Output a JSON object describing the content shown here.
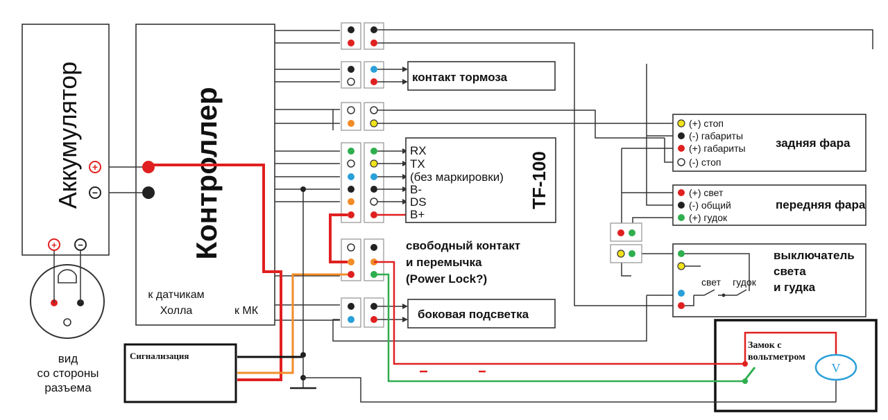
{
  "battery": {
    "label": "Аккумулятор",
    "plus": "+",
    "minus": "−"
  },
  "connector_view": {
    "line1": "вид",
    "line2": "со стороны",
    "line3": "разъема"
  },
  "controller": {
    "label": "Контроллер",
    "hall_line1": "к датчикам",
    "hall_line2": "Холла",
    "mk": "к МК"
  },
  "brake": {
    "label": "контакт тормоза"
  },
  "tf100": {
    "label": "TF-100",
    "pins": [
      "RX",
      "TX",
      "(без маркировки)",
      "B-",
      "DS",
      "B+"
    ]
  },
  "free_contact": {
    "line1": "свободный контакт",
    "line2": "и перемычка",
    "line3": "(Power Lock?)"
  },
  "side_light": {
    "label": "боковая подсветка"
  },
  "rear_light": {
    "label": "задняя фара",
    "pins": [
      "(+) стоп",
      "(-) габариты",
      "(+) габариты",
      "(-) стоп"
    ]
  },
  "front_light": {
    "label": "передняя фара",
    "pins": [
      "(+) свет",
      "(-) общий",
      "(+) гудок"
    ]
  },
  "switch": {
    "line1": "выключатель",
    "line2": "света",
    "line3": "и гудка",
    "light": "свет",
    "horn": "гудок"
  },
  "alarm": {
    "label": "Сигнализация"
  },
  "lock": {
    "line1": "Замок с",
    "line2": "вольтметром",
    "meter": "V"
  },
  "colors": {
    "red": "#e02020",
    "black": "#222222",
    "green": "#2fae4e",
    "blue": "#2a9fd8",
    "yellow": "#f2e21c",
    "orange": "#f28c28",
    "white": "#ffffff"
  }
}
